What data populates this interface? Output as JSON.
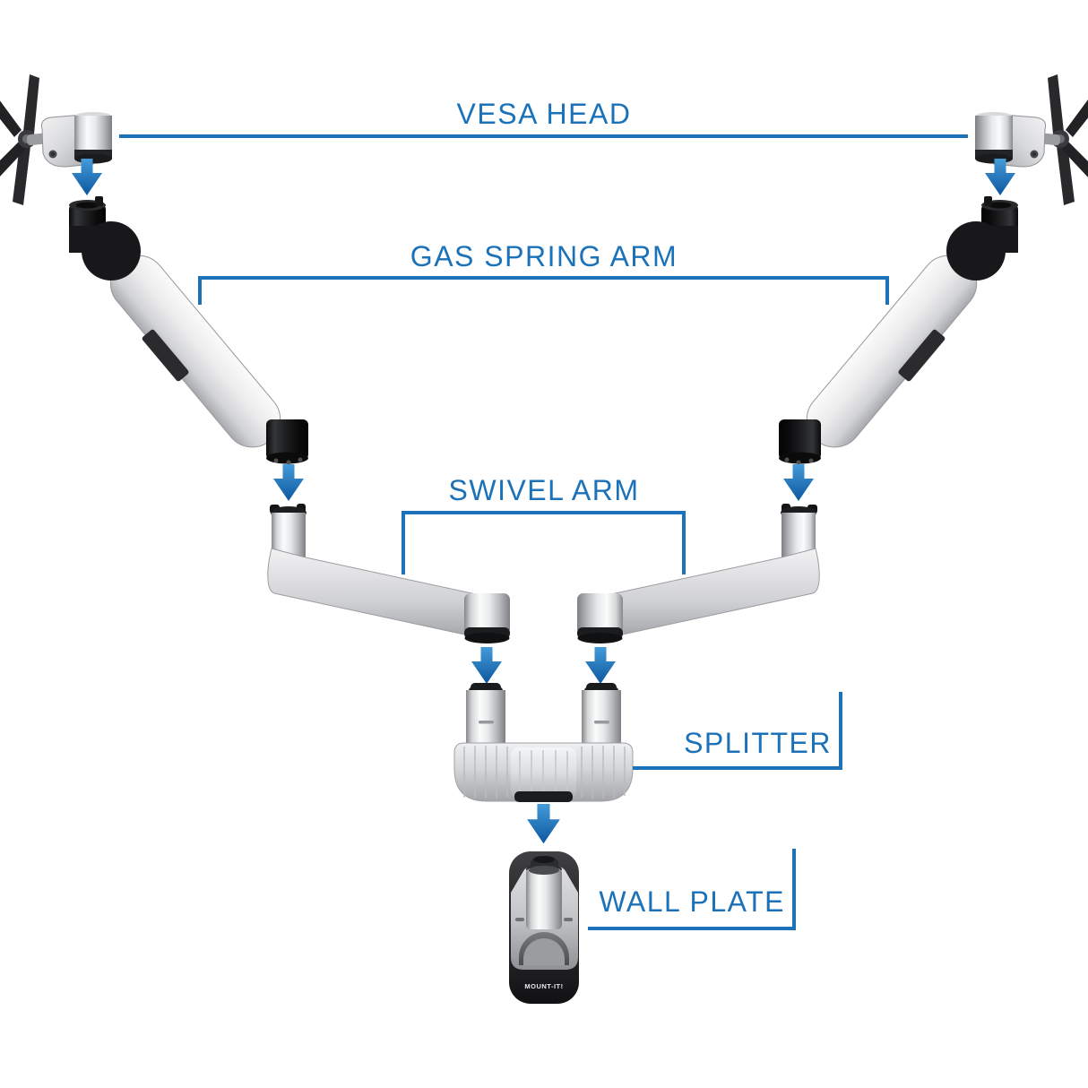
{
  "labels": {
    "vesa_head": "VESA HEAD",
    "gas_spring_arm": "GAS SPRING ARM",
    "swivel_arm": "SWIVEL ARM",
    "splitter": "SPLITTER",
    "wall_plate": "WALL PLATE"
  },
  "brand_text": "MOUNT-IT!",
  "colors": {
    "background": "#FFFFFF",
    "label_blue": "#1B72B8",
    "leader_line_blue": "#1B72B8",
    "arrow_gradient_top": "#459BD8",
    "arrow_gradient_bottom": "#0C57A0",
    "metal_highlight": "#FAFBFB",
    "metal_shadow": "#7D7F83",
    "black_parts": "#141416"
  },
  "icon_legend": {
    "vesa-plate-icon": "black X-shaped VESA mounting plate",
    "vesa-head-icon": "silver VESA head joint",
    "gas-spring-arm-icon": "silver gas spring arm with black end caps",
    "swivel-arm-icon": "silver swivel extension arm",
    "splitter-icon": "dual-arm splitter yoke",
    "wall-plate-icon": "wall plate base with brand text",
    "arrow-down-icon": "blue assembly-direction arrow"
  }
}
